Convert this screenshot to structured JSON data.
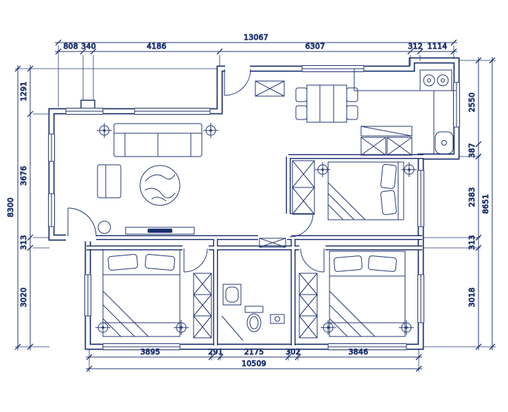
{
  "theme": {
    "line_color": "#1d3270",
    "background": "#ffffff"
  },
  "dimensions": {
    "top": {
      "overall": "13067",
      "segments": [
        "808",
        "340",
        "4186",
        "6307",
        "312",
        "1114"
      ]
    },
    "bottom": {
      "overall": "10509",
      "segments": [
        "3895",
        "291",
        "2175",
        "302",
        "3846"
      ]
    },
    "left": {
      "overall": "8300",
      "segments": [
        "1291",
        "3676",
        "313",
        "3020"
      ]
    },
    "right": {
      "overall": "8651",
      "segments": [
        "2550",
        "387",
        "2383",
        "313",
        "3018"
      ]
    }
  }
}
